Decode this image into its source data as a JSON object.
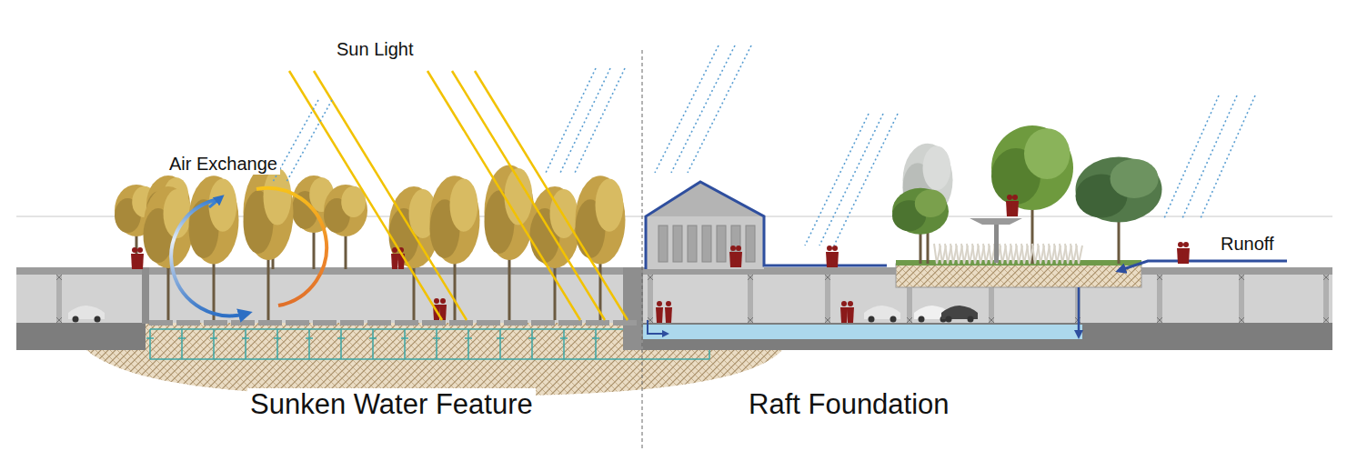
{
  "diagram": {
    "labels": [
      "Sun Light",
      "Air Exchange",
      "Runoff",
      "Sunken Water Feature",
      "Raft Foundation"
    ]
  }
}
